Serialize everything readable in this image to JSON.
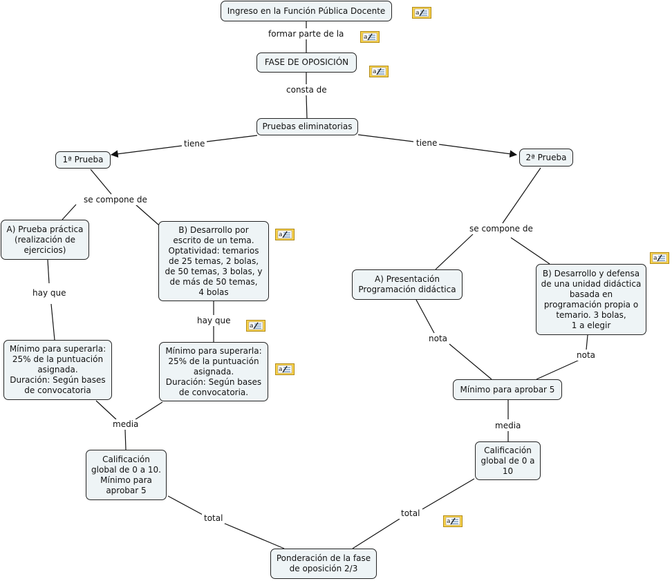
{
  "nodes": {
    "ingreso": "Ingreso en la Función Pública Docente",
    "fase": "FASE DE OPOSICIÓN",
    "pruebas": "Pruebas eliminatorias",
    "prueba1": "1ª Prueba",
    "prueba2": "2ª Prueba",
    "practica": "A) Prueba práctica\n(realización de\nejercicios)",
    "desarrollo": "B) Desarrollo por\nescrito de un tema.\nOptatividad: temarios\nde 25 temas, 2 bolas,\nde 50 temas, 3 bolas, y\nde más de 50 temas,\n4 bolas",
    "presentacion": "A) Presentación\nProgramación didáctica",
    "defensa": "B) Desarrollo y defensa\nde una unidad didáctica\nbasada en\nprogramación propia o\ntemario. 3 bolas,\n1 a elegir",
    "minimo_a": "Mínimo para superarla:\n25% de la puntuación\nasignada.\nDuración: Según bases\nde convocatoria",
    "minimo_b": "Mínimo para superarla:\n25% de la puntuación\nasignada.\nDuración: Según bases\nde convocatoria.",
    "calif1": "Calificación\nglobal de 0 a 10.\nMínimo para\naprobar 5",
    "minimo5": "Mínimo para aprobar 5",
    "calif2": "Calificación\nglobal de 0 a\n10",
    "ponderacion": "Ponderación de la fase\nde oposición 2/3"
  },
  "links": {
    "formar": "formar parte de la",
    "consta": "consta de",
    "tiene1": "tiene",
    "tiene2": "tiene",
    "compone1": "se compone de",
    "compone2": "se compone de",
    "hayque1": "hay que",
    "hayque2": "hay que",
    "media1": "media",
    "media2": "media",
    "nota1": "nota",
    "nota2": "nota",
    "total1": "total",
    "total2": "total"
  },
  "note_icon": "note-icon",
  "colors": {
    "node_fill": "#eef4f6",
    "note_fill": "#f8d14a",
    "line": "#111111"
  }
}
